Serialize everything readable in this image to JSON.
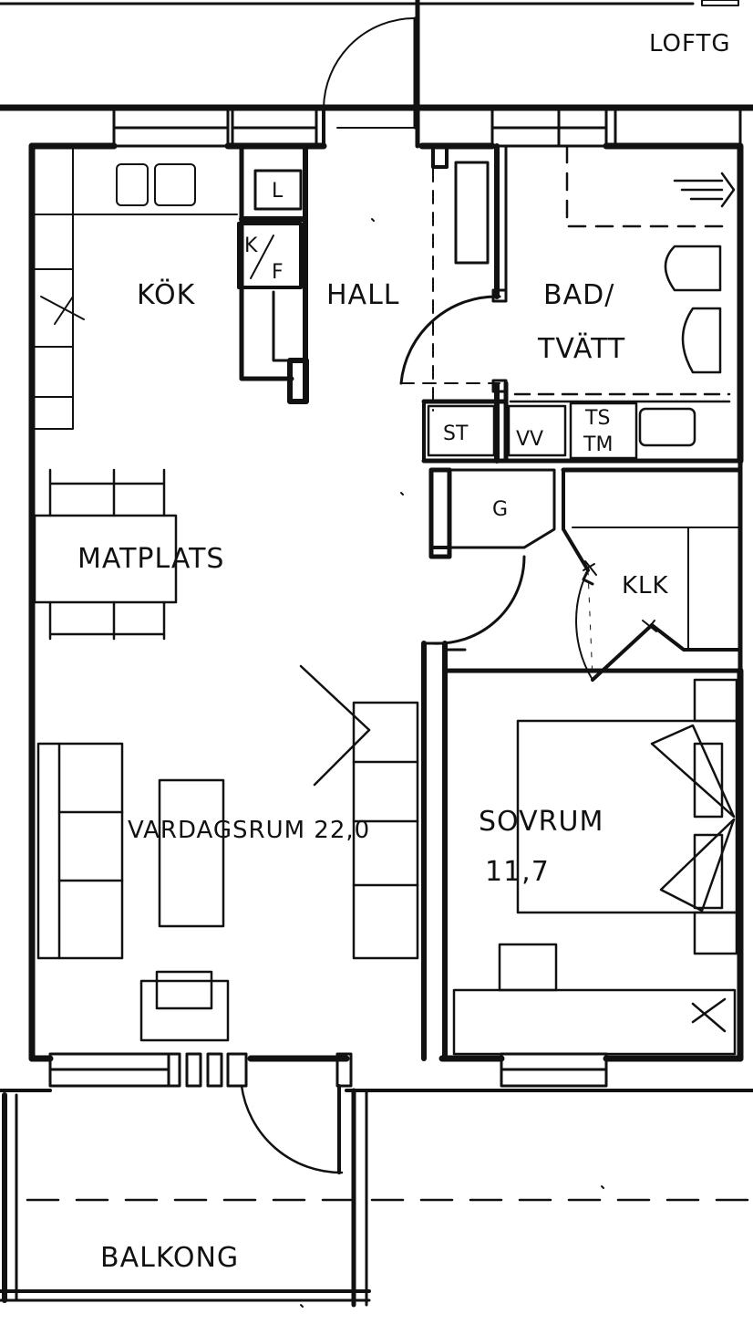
{
  "labels": {
    "loftgang": "LOFTG",
    "kok": "KÖK",
    "hall": "HALL",
    "bad_line1": "BAD/",
    "bad_line2": "TVÄTT",
    "matplats": "MATPLATS",
    "vardagsrum": "VARDAGSRUM 22,0",
    "sovrum": "SOVRUM",
    "sovrum_area": "11,7",
    "klk": "KLK",
    "balkong": "BALKONG",
    "kf_k": "K",
    "kf_f": "F",
    "l": "L",
    "st": "ST",
    "vv": "VV",
    "ts": "TS",
    "tm": "TM",
    "g": "G"
  },
  "colors": {
    "ink": "#111111",
    "paper": "#ffffff"
  }
}
